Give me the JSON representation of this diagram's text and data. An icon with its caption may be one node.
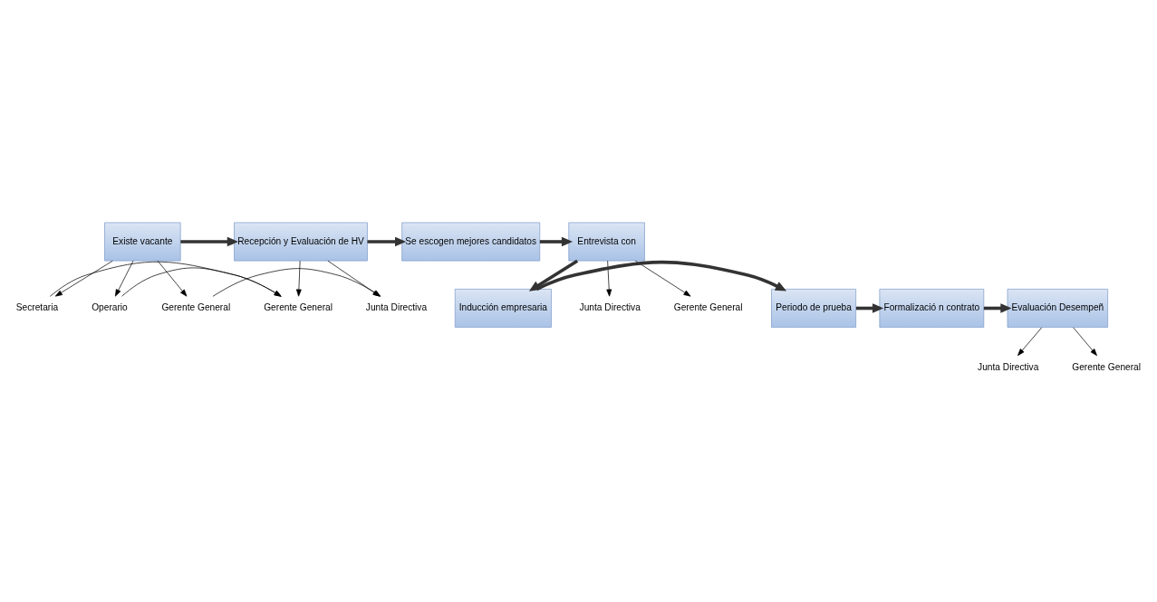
{
  "diagram": {
    "nodes": [
      {
        "text": [
          "Existe vacante"
        ]
      },
      {
        "text": [
          "Recepción y Evaluación de HV"
        ]
      },
      {
        "text": [
          "Se escogen mejores candidatos"
        ]
      },
      {
        "text": [
          "Entrevista con"
        ]
      },
      {
        "text": [
          "Gerente General"
        ]
      },
      {
        "text": [
          "Secretaria"
        ]
      },
      {
        "text": [
          "Operario"
        ]
      },
      {
        "text": [
          "Junta Directiva"
        ]
      },
      {
        "text": [
          "Gerente General"
        ]
      },
      {
        "text": [
          "Junta Directiva"
        ]
      },
      {
        "text": [
          "Gerente General"
        ]
      },
      {
        "text": [
          "Evaluación Desempeñ"
        ]
      },
      {
        "text": [
          "Formalizació n contrato"
        ]
      },
      {
        "text": [
          "Periodo de prueba"
        ]
      },
      {
        "text": [
          "Inducción empresaria"
        ]
      },
      {
        "text": [
          "Junta Directiva"
        ]
      },
      {
        "text": [
          "Gerente General"
        ]
      }
    ],
    "edges": [
      {
        "from": 0,
        "to": 1,
        "arrow": "to",
        "style": "thick"
      },
      {
        "from": 1,
        "to": 2,
        "arrow": "to",
        "style": "thick"
      },
      {
        "from": 2,
        "to": 3,
        "arrow": "to",
        "style": "thick"
      },
      {
        "from": 3,
        "to": 14,
        "arrow": "to",
        "style": "thick"
      },
      {
        "from": 14,
        "to": 13,
        "arrow": "to",
        "style": "thick"
      },
      {
        "from": 13,
        "to": 12,
        "arrow": "to",
        "style": "thick"
      },
      {
        "from": 12,
        "to": 11,
        "arrow": "to",
        "style": "thick"
      },
      {
        "from": 0,
        "to": 4,
        "arrow": "to"
      },
      {
        "from": 0,
        "to": 5,
        "arrow": "to"
      },
      {
        "from": 0,
        "to": 6,
        "arrow": "to"
      },
      {
        "from": 4,
        "to": 7,
        "arrow": "to"
      },
      {
        "from": 5,
        "to": 8,
        "arrow": "to"
      },
      {
        "from": 6,
        "to": 8,
        "arrow": "to"
      },
      {
        "from": 1,
        "to": 7,
        "arrow": "to"
      },
      {
        "from": 1,
        "to": 8,
        "arrow": "to"
      },
      {
        "from": 3,
        "to": 9,
        "arrow": "to"
      },
      {
        "from": 3,
        "to": 10,
        "arrow": "to"
      },
      {
        "from": 11,
        "to": 15,
        "arrow": "to"
      },
      {
        "from": 11,
        "to": 16,
        "arrow": "to"
      }
    ]
  }
}
